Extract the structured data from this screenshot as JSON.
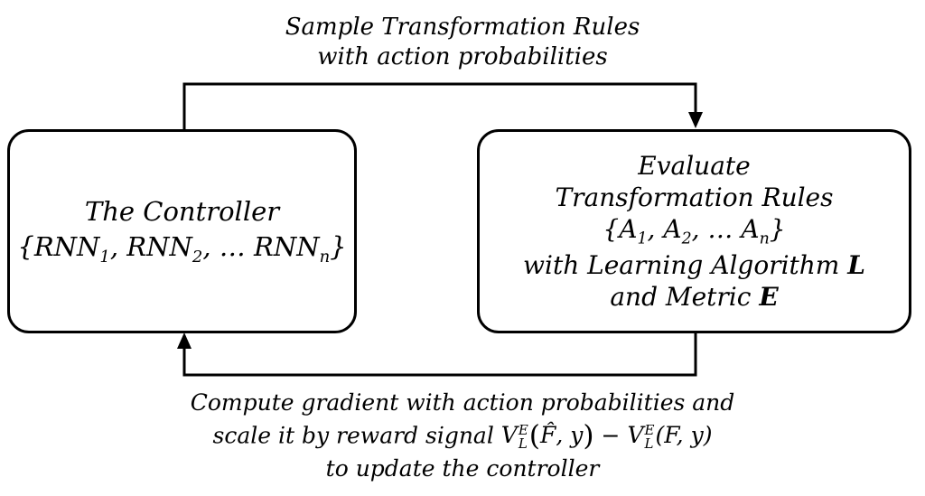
{
  "top_caption": {
    "line1": "Sample Transformation Rules",
    "line2": "with action probabilities"
  },
  "controller_box": {
    "title": "The Controller",
    "set_open": "{",
    "set_close": "}",
    "item_base": "RNN",
    "sub1": "1",
    "sub2": "2",
    "subn": "n",
    "sep": ", ",
    "ellipsis": "… "
  },
  "evaluate_box": {
    "line1": "Evaluate",
    "line2": "Transformation Rules",
    "set_open": "{",
    "set_close": "}",
    "item_base": "A",
    "sub1": "1",
    "sub2": "2",
    "subn": "n",
    "sep": ", ",
    "ellipsis": "… ",
    "line4_prefix": "with Learning Algorithm ",
    "algo_symbol": "L",
    "line5_prefix": "and Metric ",
    "metric_symbol": "E"
  },
  "bottom_caption": {
    "line1": "Compute gradient with action probabilities and",
    "line2_prefix": "scale it by reward signal ",
    "v": "V",
    "sup": "E",
    "sub": "L",
    "f_hat": "F̂",
    "f": "F",
    "y": "y",
    "minus": " − ",
    "comma": ", ",
    "open": "(",
    "close": ")",
    "line3": "to update the controller"
  }
}
